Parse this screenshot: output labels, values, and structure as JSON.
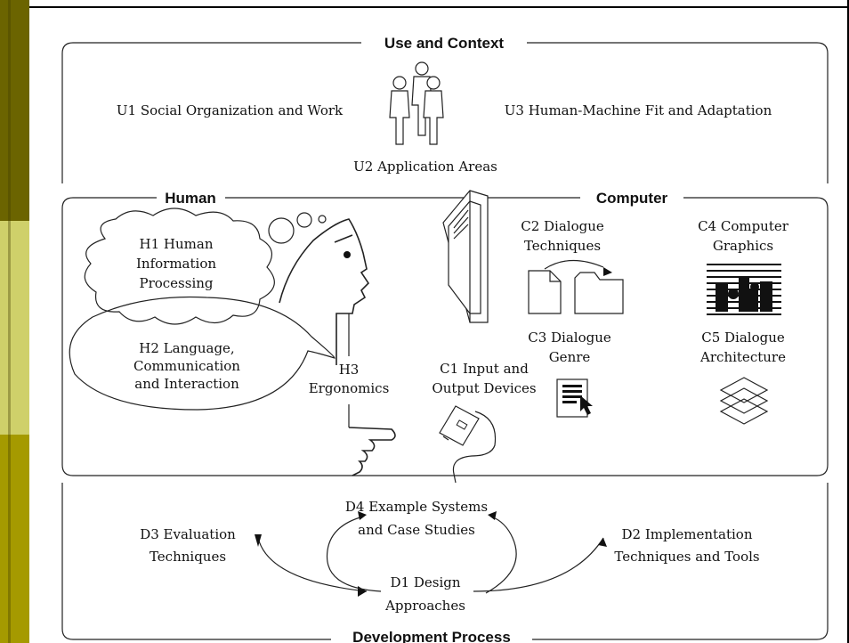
{
  "sidebar": {
    "colors": [
      "#6b6400",
      "#cfd06a",
      "#a59a00",
      "#6b6400"
    ]
  },
  "sections": {
    "use": {
      "title": "Use and Context"
    },
    "human": {
      "title": "Human"
    },
    "computer": {
      "title": "Computer"
    },
    "development": {
      "title": "Development Process"
    }
  },
  "labels": {
    "u1": [
      "U1 Social Organization and Work"
    ],
    "u2": [
      "U2 Application Areas"
    ],
    "u3": [
      "U3 Human-Machine Fit and Adaptation"
    ],
    "h1": [
      "H1 Human",
      "Information",
      "Processing"
    ],
    "h2": [
      "H2 Language,",
      "Communication",
      "and Interaction"
    ],
    "h3": [
      "H3",
      "Ergonomics"
    ],
    "c1": [
      "C1 Input and",
      "Output Devices"
    ],
    "c2": [
      "C2 Dialogue",
      "Techniques"
    ],
    "c3": [
      "C3 Dialogue",
      "Genre"
    ],
    "c4": [
      "C4 Computer",
      "Graphics"
    ],
    "c5": [
      "C5 Dialogue",
      "Architecture"
    ],
    "d1": [
      "D1 Design",
      "Approaches"
    ],
    "d2": [
      "D2 Implementation",
      "Techniques and Tools"
    ],
    "d3": [
      "D3 Evaluation",
      "Techniques"
    ],
    "d4": [
      "D4 Example Systems",
      "and Case Studies"
    ]
  },
  "icons": {
    "people": "people-group-icon",
    "head": "human-head-icon",
    "hand": "pointing-hand-icon",
    "monitor": "monitor-icon",
    "mouse": "mouse-icon",
    "documents": "document-folder-icon",
    "graphics": "computer-graphics-icon",
    "cursorDoc": "document-cursor-icon",
    "layers": "layers-icon"
  }
}
